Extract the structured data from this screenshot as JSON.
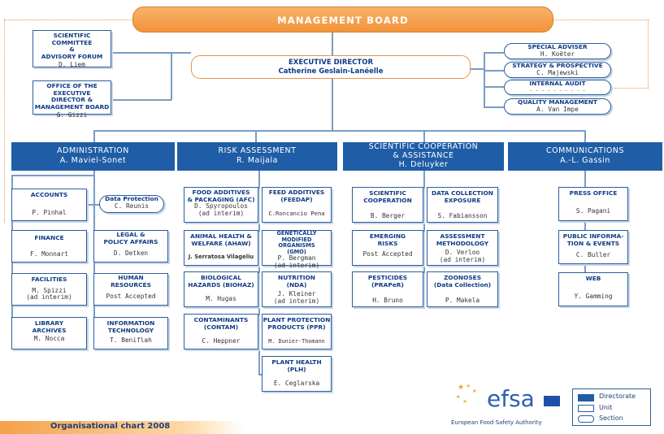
{
  "board": "MANAGEMENT BOARD",
  "executive": {
    "title": "EXECUTIVE DIRECTOR",
    "name": "Catherine Geslain-Lanéelle"
  },
  "sci_committee": {
    "line1": "SCIENTIFIC COMMITTEE",
    "line2": "&",
    "line3": "ADVISORY FORUM",
    "person": "D. Liem"
  },
  "office_exec": {
    "line1": "OFFICE OF THE EXECUTIVE",
    "line2": "DIRECTOR &",
    "line3": "MANAGEMENT BOARD",
    "person": "G. Gizzi"
  },
  "right_units": [
    {
      "title": "SPECIAL ADVISER",
      "person": "H. Koëter"
    },
    {
      "title": "STRATEGY & PROSPECTIVE",
      "person": "C. Majewski"
    },
    {
      "title": "INTERNAL AUDIT",
      "person": "- - - - - - - - - -"
    },
    {
      "title": "QUALITY MANAGEMENT",
      "person": "A. Van Impe"
    }
  ],
  "directorates": [
    {
      "title": "ADMINISTRATION",
      "person": "A. Maviel-Sonet"
    },
    {
      "title": "RISK ASSESSMENT",
      "person": "R. Maijala"
    },
    {
      "title": "SCIENTIFIC COOPERATION",
      "title2": "& ASSISTANCE",
      "person": "H. Deluyker"
    },
    {
      "title": "COMMUNICATIONS",
      "person": "A.-L. Gassin"
    }
  ],
  "admin": {
    "accounts": {
      "title": "ACCOUNTS",
      "person": "P. Pinhal"
    },
    "data_protection": {
      "title": "Data Protection",
      "person": "C. Reunis"
    },
    "finance": {
      "title": "FINANCE",
      "person": "F. Monnart"
    },
    "legal": {
      "line1": "LEGAL &",
      "line2": "POLICY AFFAIRS",
      "person": "D. Detken"
    },
    "facilities": {
      "title": "FACILITIES",
      "person1": "M. Spizzi",
      "person2": "(ad interim)"
    },
    "hr": {
      "line1": "HUMAN",
      "line2": "RESOURCES",
      "person": "Post Accepted"
    },
    "library": {
      "line1": "LIBRARY",
      "line2": "ARCHIVES",
      "person": "M. Nocca"
    },
    "it": {
      "line1": "INFORMATION",
      "line2": "TECHNOLOGY",
      "person": "T. Beniflah"
    }
  },
  "risk": {
    "afc": {
      "line1": "FOOD ADDITIVES",
      "line2": "& PACKAGING (AFC)",
      "person1": "D. Spyropoulos",
      "person2": "(ad interim)"
    },
    "feedap": {
      "line1": "FEED ADDITIVES",
      "line2": "(FEEDAP)",
      "person": "C.Roncancio Pena"
    },
    "ahaw": {
      "line1": "ANIMAL HEALTH &",
      "line2": "WELFARE (AHAW)",
      "person": "J. Serratosa Vilageliu"
    },
    "gmo": {
      "line1": "GENETICALLY",
      "line2": "MODIFIED ORGANISMS",
      "line3": "(GMO)",
      "person1": "P. Bergman",
      "person2": "(ad interim)"
    },
    "biohaz": {
      "line1": "BIOLOGICAL",
      "line2": "HAZARDS (BIOHAZ)",
      "person": "M. Hugas"
    },
    "nda": {
      "line1": "NUTRITION",
      "line2": "(NDA)",
      "person1": "J. Kleiner",
      "person2": "(ad interim)"
    },
    "contam": {
      "line1": "CONTAMINANTS",
      "line2": "(CONTAM)",
      "person": "C. Heppner"
    },
    "ppr": {
      "line1": "PLANT PROTECTION",
      "line2": "PRODUCTS (PPR)",
      "person": "M. Dunier-Thomann"
    },
    "plh": {
      "line1": "PLANT HEALTH",
      "line2": "(PLH)",
      "person": "E. Ceglarska"
    }
  },
  "scico": {
    "sci_coop": {
      "line1": "SCIENTIFIC",
      "line2": "COOPERATION",
      "person": "B. Berger"
    },
    "data_coll": {
      "line1": "DATA COLLECTION",
      "line2": "EXPOSURE",
      "person": "S. Fabiansson"
    },
    "emerging": {
      "line1": "EMERGING",
      "line2": "RISKS",
      "person": "Post Accepted"
    },
    "assess": {
      "line1": "ASSESSMENT",
      "line2": "METHODOLOGY",
      "person1": "D. Verloo",
      "person2": "(ad interim)"
    },
    "praper": {
      "line1": "PESTICIDES",
      "line2": "(PRAPeR)",
      "person": "H. Bruno"
    },
    "zoonoses": {
      "line1": "ZOONOSES",
      "line2": "(Data Collection)",
      "person": "P. Makela"
    }
  },
  "comm": {
    "press": {
      "title": "PRESS OFFICE",
      "person": "S. Pagani"
    },
    "public": {
      "line1": "PUBLIC INFORMA-",
      "line2": "TION & EVENTS",
      "person": "C. Buller"
    },
    "web": {
      "title": "WEB",
      "person": "Y. Gamming"
    }
  },
  "logo": {
    "name": "efsa",
    "subtitle": "European Food Safety Authority"
  },
  "legend": {
    "directorate": "Directorate",
    "unit": "Unit",
    "section": "Section"
  },
  "footer": "Organisational chart 2008",
  "colors": {
    "directorate": "#1f5da6",
    "board": "#f29339",
    "unit_border": "#2a5f9e"
  }
}
